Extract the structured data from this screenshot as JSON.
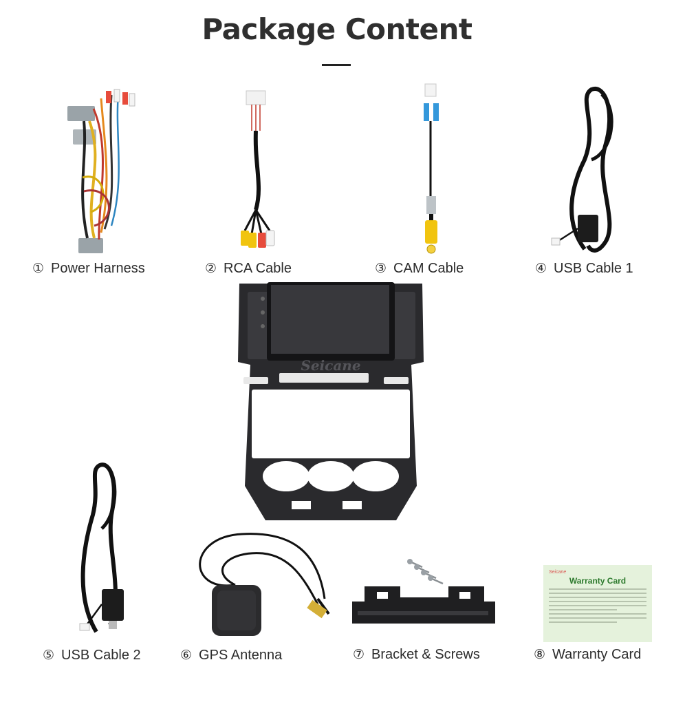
{
  "page": {
    "title": "Package Content"
  },
  "items": [
    {
      "num": "①",
      "label": "Power Harness"
    },
    {
      "num": "②",
      "label": "RCA Cable"
    },
    {
      "num": "③",
      "label": "CAM Cable"
    },
    {
      "num": "④",
      "label": "USB Cable 1"
    },
    {
      "num": "⑤",
      "label": "USB Cable 2"
    },
    {
      "num": "⑥",
      "label": "GPS Antenna"
    },
    {
      "num": "⑦",
      "label": "Bracket & Screws"
    },
    {
      "num": "⑧",
      "label": "Warranty Card"
    }
  ],
  "head_unit": {
    "brand": "Seicane"
  },
  "warranty_card": {
    "brand": "Seicane",
    "title": "Warranty Card"
  },
  "icons": {
    "power_harness": "wiring-harness-icon",
    "rca_cable": "rca-cable-icon",
    "cam_cable": "camera-cable-icon",
    "usb_cable_1": "usb-cable-icon",
    "usb_cable_2": "usb-cable-icon",
    "gps_antenna": "gps-antenna-icon",
    "bracket": "bracket-icon",
    "screws": "screw-icon"
  }
}
